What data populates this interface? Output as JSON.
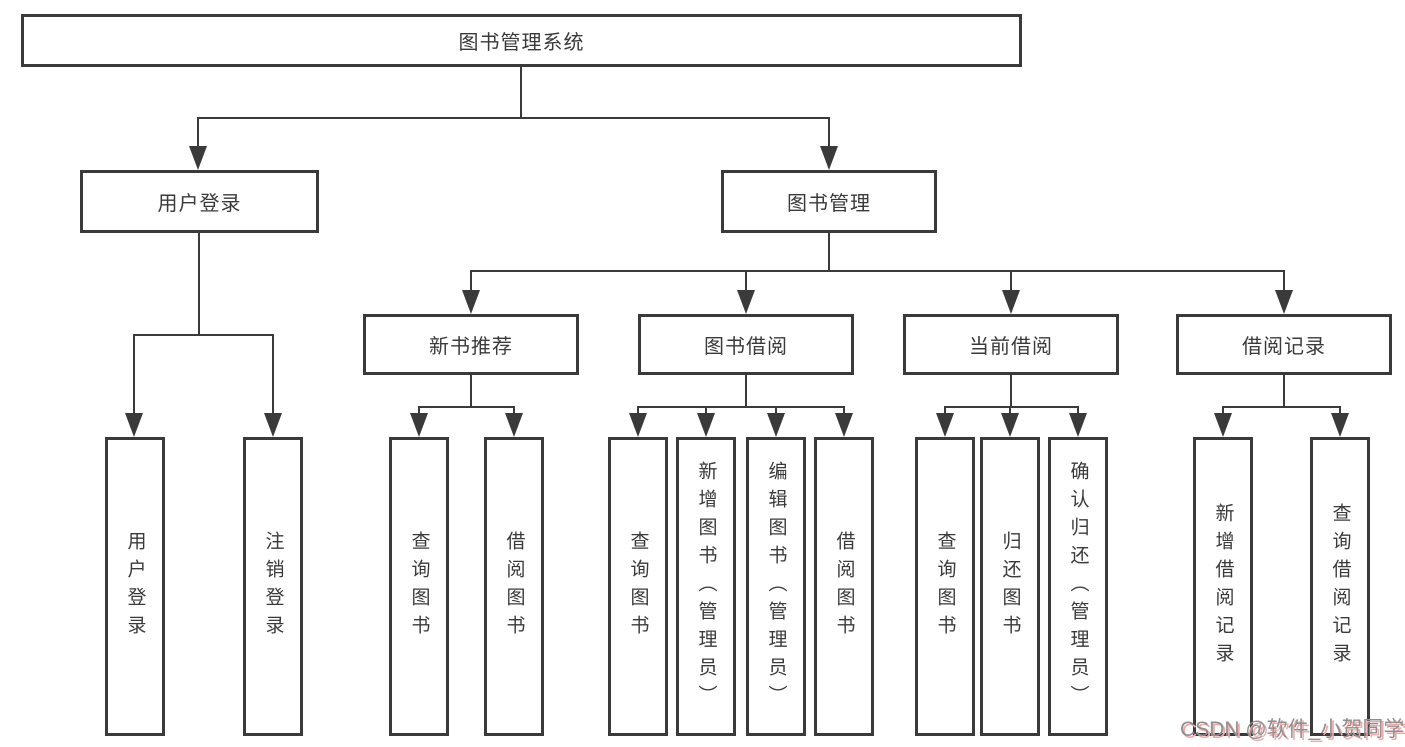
{
  "diagram": {
    "root": "图书管理系统",
    "level2": {
      "user_login": "用户登录",
      "book_management": "图书管理"
    },
    "level3": {
      "new_book_recommend": "新书推荐",
      "book_borrowing": "图书借阅",
      "current_borrowing": "当前借阅",
      "borrowing_records": "借阅记录"
    },
    "leaves": {
      "user_login": "用户登录",
      "logout_login": "注销登录",
      "rec_query_books": "查询图书",
      "rec_borrow_books": "借阅图书",
      "bor_query_books": "查询图书",
      "bor_add_books": "新增图书（管理员）",
      "bor_edit_books": "编辑图书（管理员）",
      "bor_borrow_books": "借阅图书",
      "cur_query_books": "查询图书",
      "cur_return_books": "归还图书",
      "cur_confirm_return": "确认归还（管理员）",
      "log_add_record": "新增借阅记录",
      "log_query_record": "查询借阅记录"
    }
  },
  "watermark": "CSDN @软件_小贺同学",
  "colors": {
    "line": "#3a3a3a",
    "background": "#ffffff",
    "watermark_text": "#8f8f8f",
    "watermark_shadow": "#f2a8a8"
  }
}
